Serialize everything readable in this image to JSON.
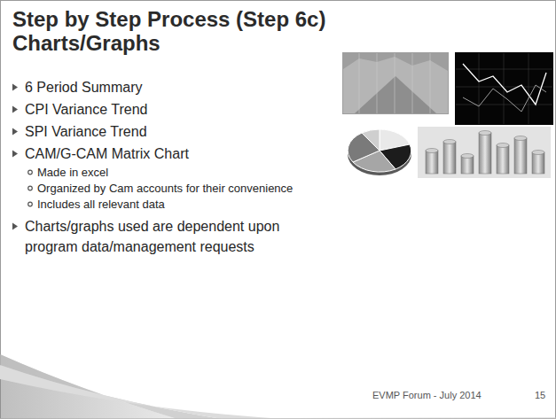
{
  "diagram": {
    "title": "Step by Step Process (Step 6c) Charts/Graphs",
    "labels": [
      "6 Period Summary",
      "CPI Variance Trend",
      "SPI Variance Trend",
      "CAM/G-CAM Matrix Chart",
      "Made in excel",
      "Organized by Cam accounts for their convenience",
      "Includes all relevant data",
      "Charts/graphs used are dependent upon program data/management requests",
      "EVMP Forum - July 2014",
      "15"
    ]
  }
}
